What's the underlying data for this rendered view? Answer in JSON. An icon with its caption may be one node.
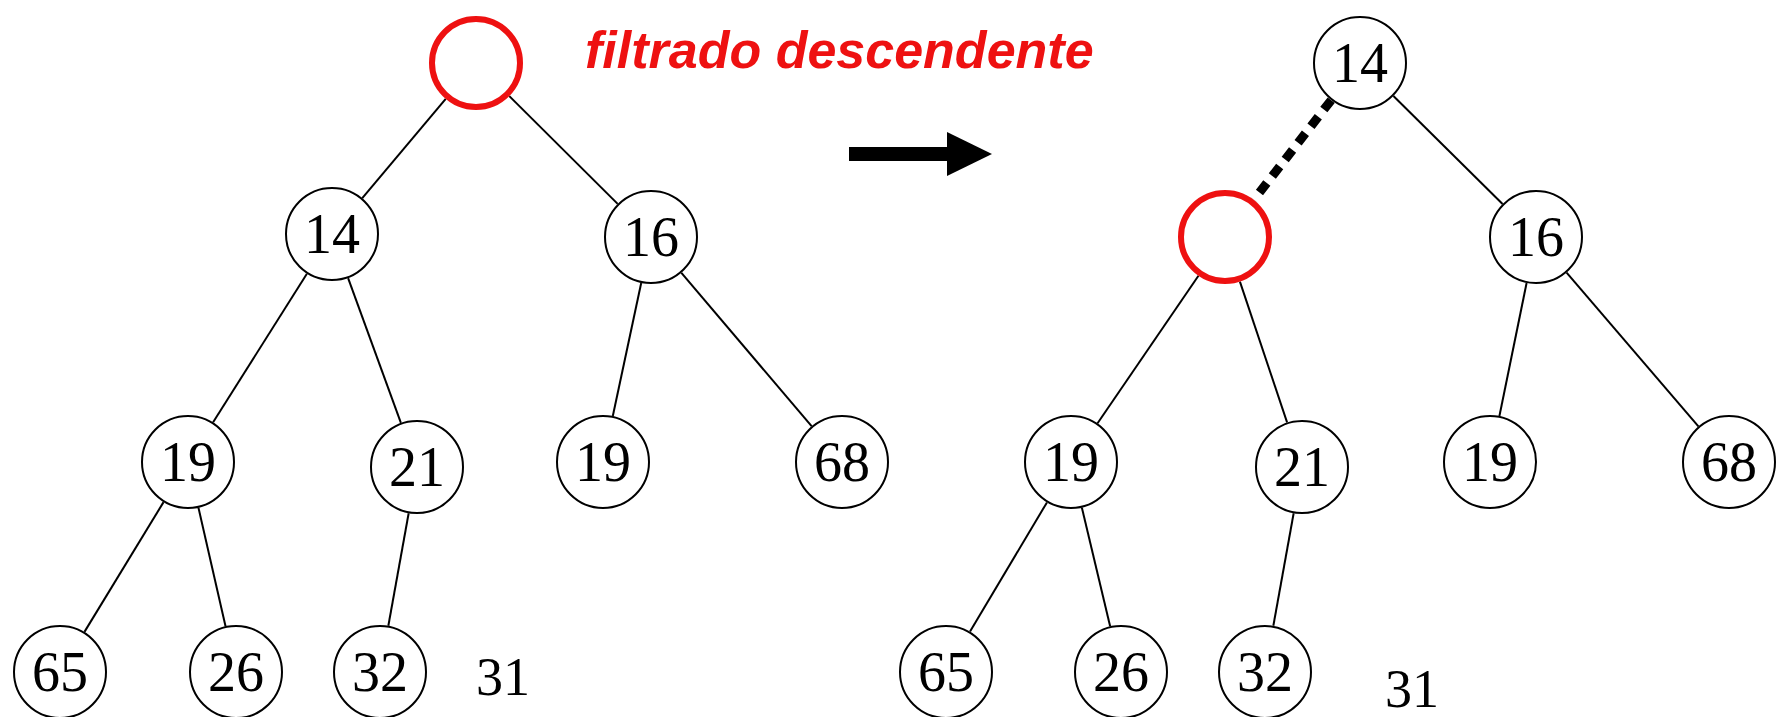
{
  "diagram": {
    "nodes": [
      {
        "text": [],
        "shape": "circle"
      },
      {
        "text": [
          "14"
        ]
      },
      {
        "text": [
          "16"
        ]
      },
      {
        "text": [
          "19"
        ]
      },
      {
        "text": [
          "21"
        ]
      },
      {
        "text": [
          "19"
        ]
      },
      {
        "text": [
          "68"
        ]
      },
      {
        "text": [
          "65"
        ]
      },
      {
        "text": [
          "26"
        ]
      },
      {
        "text": [
          "32"
        ]
      },
      {
        "text": [
          "14"
        ]
      },
      {
        "text": [],
        "shape": "circle"
      },
      {
        "text": [
          "16"
        ]
      },
      {
        "text": [
          "19"
        ]
      },
      {
        "text": [
          "21"
        ]
      },
      {
        "text": [
          "19"
        ]
      },
      {
        "text": [
          "68"
        ]
      },
      {
        "text": [
          "65"
        ]
      },
      {
        "text": [
          "26"
        ]
      },
      {
        "text": [
          "32"
        ]
      }
    ],
    "edges": [
      {
        "from": 0,
        "to": 1,
        "arrow": "none"
      },
      {
        "from": 0,
        "to": 2,
        "arrow": "none"
      },
      {
        "from": 1,
        "to": 3,
        "arrow": "none"
      },
      {
        "from": 1,
        "to": 4,
        "arrow": "none"
      },
      {
        "from": 2,
        "to": 5,
        "arrow": "none"
      },
      {
        "from": 2,
        "to": 6,
        "arrow": "none"
      },
      {
        "from": 3,
        "to": 7,
        "arrow": "none"
      },
      {
        "from": 3,
        "to": 8,
        "arrow": "none"
      },
      {
        "from": 4,
        "to": 9,
        "arrow": "none"
      },
      {
        "from": 10,
        "to": 11,
        "arrow": "none",
        "style": "dashed"
      },
      {
        "from": 10,
        "to": 12,
        "arrow": "none"
      },
      {
        "from": 11,
        "to": 13,
        "arrow": "none"
      },
      {
        "from": 11,
        "to": 14,
        "arrow": "none"
      },
      {
        "from": 12,
        "to": 15,
        "arrow": "none"
      },
      {
        "from": 12,
        "to": 16,
        "arrow": "none"
      },
      {
        "from": 13,
        "to": 17,
        "arrow": "none"
      },
      {
        "from": 13,
        "to": 18,
        "arrow": "none"
      },
      {
        "from": 14,
        "to": 19,
        "arrow": "none"
      }
    ],
    "labels": [
      "filtrado descendente",
      "31",
      "31"
    ]
  }
}
